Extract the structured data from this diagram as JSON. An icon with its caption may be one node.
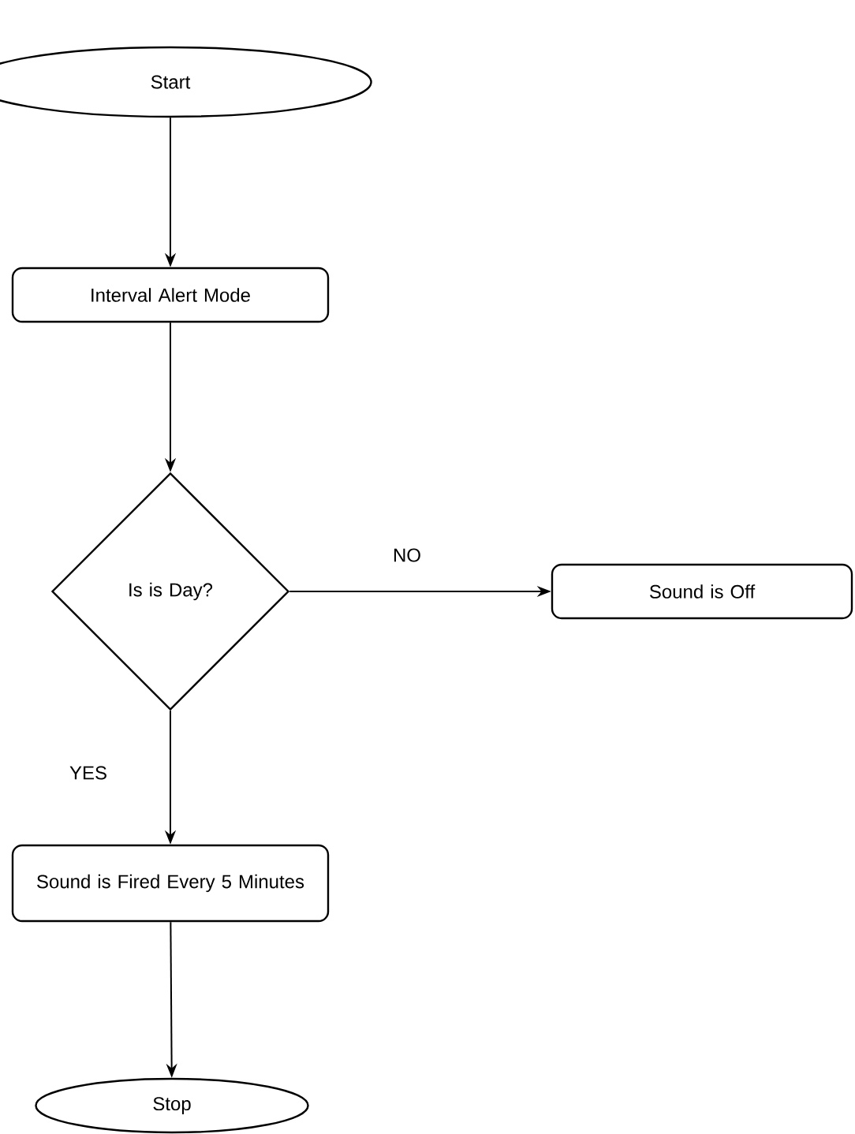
{
  "diagram": {
    "nodes": [
      {
        "text": [
          "Start"
        ]
      },
      {
        "text": [
          "Interval Alert Mode"
        ]
      },
      {
        "text": [
          "Is is Day?"
        ]
      },
      {
        "text": [
          "Sound is Off"
        ]
      },
      {
        "text": [
          "Sound is Fired Every 5 Minutes"
        ]
      },
      {
        "text": [
          "Stop"
        ]
      }
    ],
    "edges": [
      {
        "from": 0,
        "to": 1,
        "arrow": "to"
      },
      {
        "from": 1,
        "to": 2,
        "arrow": "to"
      },
      {
        "from": 2,
        "to": 3,
        "arrow": "to",
        "label": "NO"
      },
      {
        "from": 2,
        "to": 4,
        "arrow": "to",
        "label": "YES"
      },
      {
        "from": 4,
        "to": 5,
        "arrow": "to"
      }
    ]
  }
}
